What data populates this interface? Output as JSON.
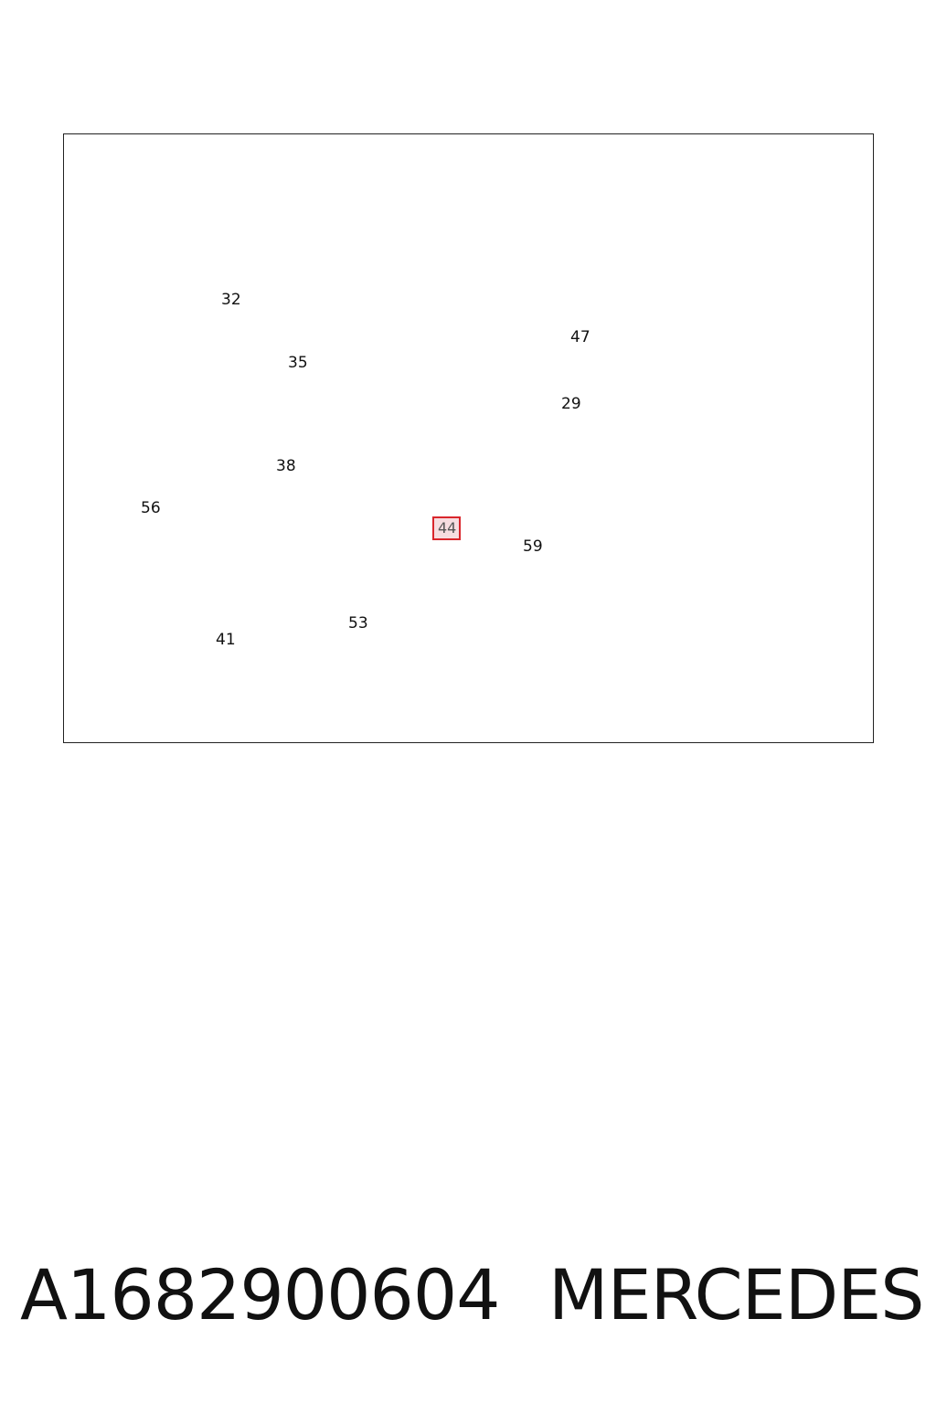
{
  "diagram": {
    "callouts": {
      "c32": "32",
      "c35": "35",
      "c38": "38",
      "c56": "56",
      "c41": "41",
      "c44": "44",
      "c53": "53",
      "c59": "59",
      "c47": "47",
      "c29": "29"
    },
    "highlighted_callout": "44",
    "highlight_color": "#d9262c"
  },
  "footer": {
    "part_number": "A1682900604",
    "brand": "MERCEDES"
  }
}
